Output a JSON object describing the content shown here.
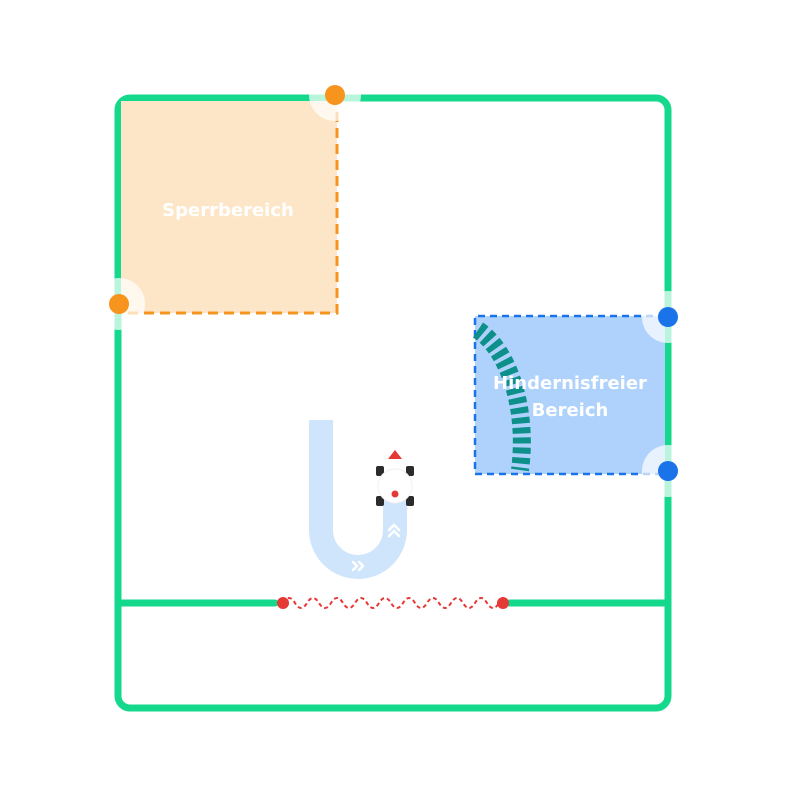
{
  "zones": {
    "restricted": {
      "label": "Sperrbereich"
    },
    "obstacle_free": {
      "label_line1": "Hindernisfreier",
      "label_line2": "Bereich"
    }
  },
  "colors": {
    "boundary": "#14d98c",
    "restricted_fill": "#fde6c8",
    "restricted_edge": "#f7941d",
    "obstacle_free_fill": "#aed2fb",
    "obstacle_free_edge": "#1a73e8",
    "obstacle_arc": "#0d8f8a",
    "path": "#cfe5fb",
    "path_chevron": "#ffffff",
    "wire": "#e53935",
    "robot_body": "#2b2b2b",
    "robot_accent": "#e53935"
  },
  "icons": {
    "robot": "robot-mower-icon",
    "direction": "chevron-right-icon"
  }
}
